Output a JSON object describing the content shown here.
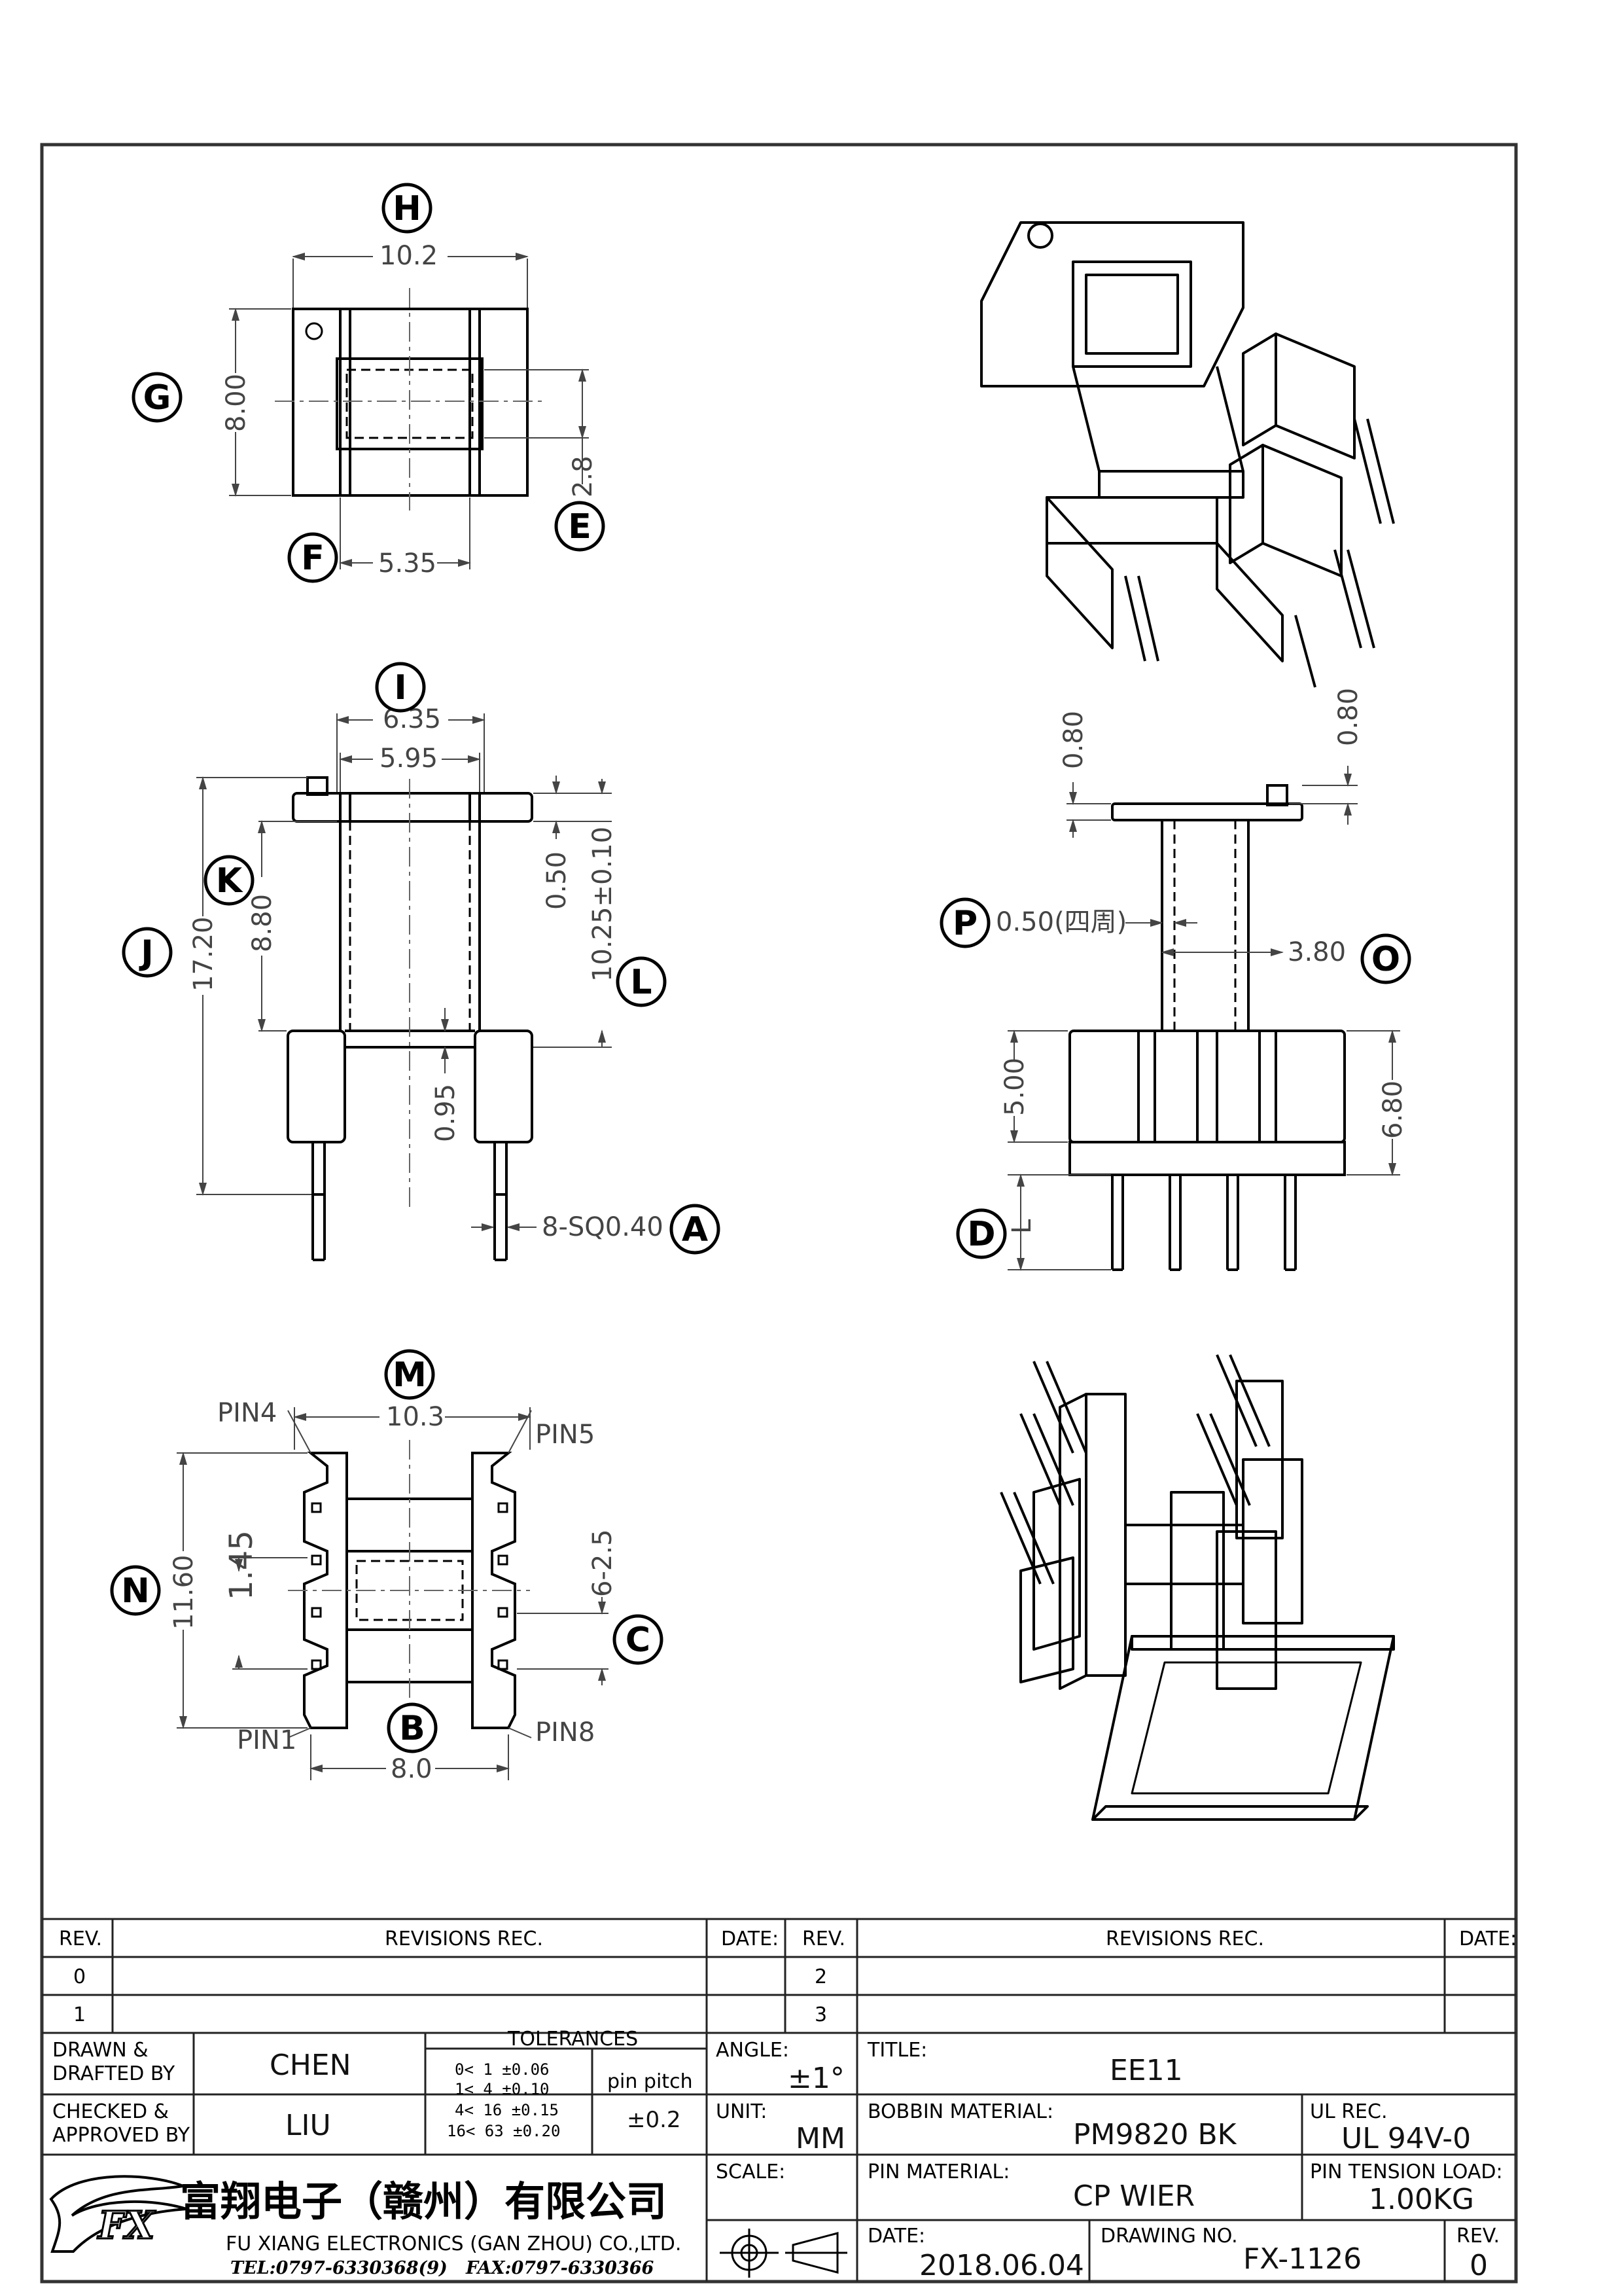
{
  "top_view": {
    "dims": {
      "H": "10.2",
      "G": "8.00",
      "E": "2.8",
      "F": "5.35"
    },
    "balloons": {
      "H": "H",
      "G": "G",
      "E": "E",
      "F": "F"
    }
  },
  "front_view": {
    "dims": {
      "I_outer": "6.35",
      "I_inner": "5.95",
      "J": "17.20",
      "K": "8.80",
      "flange": "0.50",
      "L": "10.25±0.10",
      "gap": "0.95",
      "A": "8-SQ0.40"
    },
    "balloons": {
      "I": "I",
      "K": "K",
      "J": "J",
      "L": "L",
      "A": "A"
    }
  },
  "side_view": {
    "dims": {
      "left_top": "0.80",
      "right_top": "0.80",
      "P": "0.50(四周)",
      "O": "3.80",
      "base": "5.00",
      "total": "6.80",
      "D": "L"
    },
    "balloons": {
      "P": "P",
      "O": "O",
      "D": "D"
    }
  },
  "bottom_view": {
    "dims": {
      "M": "10.3",
      "N": "11.60",
      "pitch_v": "1.45",
      "C": "6-2.5",
      "B": "8.0"
    },
    "pins": {
      "p4": "PIN4",
      "p5": "PIN5",
      "p1": "PIN1",
      "p8": "PIN8"
    },
    "balloons": {
      "M": "M",
      "N": "N",
      "C": "C",
      "B": "B"
    }
  },
  "title_block": {
    "rev_header": {
      "rev": "REV.",
      "rec": "REVISIONS   REC.",
      "date": "DATE:",
      "rev2": "REV.",
      "rec2": "REVISIONS   REC.",
      "date2": "DATE:"
    },
    "rev_rows": [
      {
        "left": "0",
        "right": "2"
      },
      {
        "left": "1",
        "right": "3"
      }
    ],
    "drawn_label": "DRAWN &\nDRAFTED BY",
    "drawn_by": "CHEN",
    "checked_label": "CHECKED &\nAPPROVED BY",
    "checked_by": "LIU",
    "tolerances_label": "TOLERANCES",
    "tolerance_rows": [
      "0<  1   ±0.06",
      "1<  4   ±0.10",
      "4<  16  ±0.15",
      "16<  63  ±0.20"
    ],
    "pin_pitch_label": "pin pitch",
    "pin_pitch_value": "±0.2",
    "angle_label": "ANGLE:",
    "angle_value": "±1°",
    "unit_label": "UNIT:",
    "unit_value": "MM",
    "scale_label": "SCALE:",
    "title_label": "TITLE:",
    "title_value": "EE11",
    "bobbin_label": "BOBBIN MATERIAL:",
    "bobbin_value": "PM9820  BK",
    "ul_label": "UL REC.",
    "ul_value": "UL  94V-0",
    "pin_material_label": "PIN MATERIAL:",
    "pin_material_value": "CP  WIER",
    "pin_tension_label": "PIN TENSION LOAD:",
    "pin_tension_value": "1.00KG",
    "date_label": "DATE:",
    "date_value": "2018.06.04",
    "drawing_no_label": "DRAWING NO.",
    "drawing_no_value": "FX-1126",
    "rev_label": "REV.",
    "rev_value": "0",
    "company_cn": "富翔电子（赣州）有限公司",
    "company_en": "FU XIANG ELECTRONICS (GAN ZHOU) CO.,LTD.",
    "tel": "TEL:0797-6330368(9)",
    "fax": "FAX:0797-6330366",
    "logo_text": "FX"
  }
}
